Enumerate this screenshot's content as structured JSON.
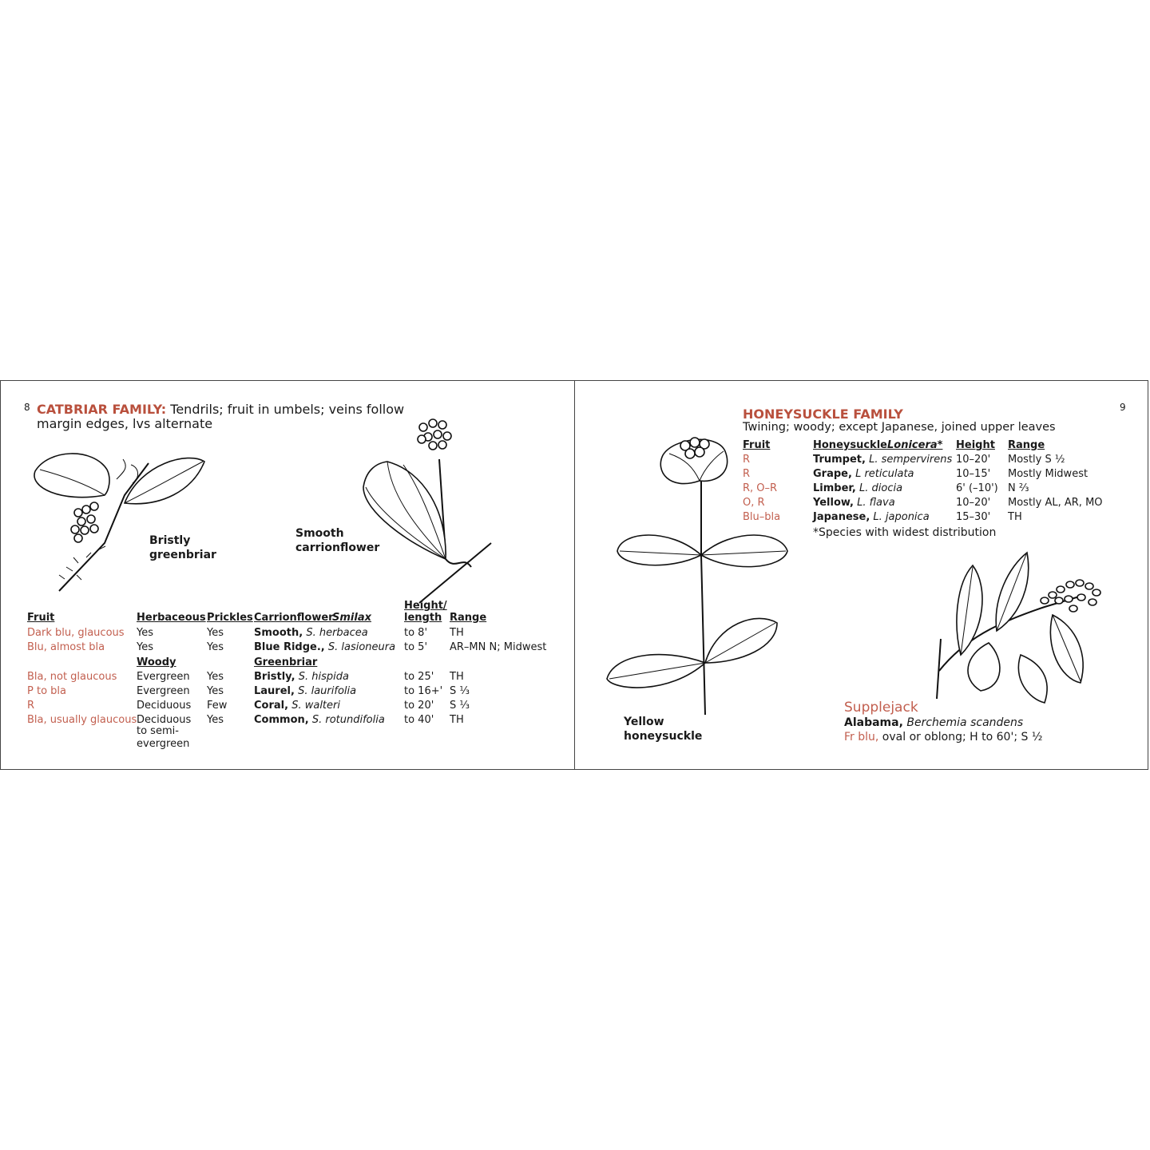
{
  "left_page": {
    "page_number": "8",
    "family_name": "CATBRIAR FAMILY:",
    "family_desc_1": "Tendrils; fruit in umbels; veins follow",
    "family_desc_2": "margin edges, lvs alternate",
    "captions": {
      "bristly_1": "Bristly",
      "bristly_2": "greenbriar",
      "smooth_1": "Smooth",
      "smooth_2": "carrionflower"
    },
    "headers": {
      "fruit": "Fruit",
      "herbaceous": "Herbaceous",
      "prickles": "Prickles",
      "carrionflower": "Carrionflower",
      "smilax": "Smilax",
      "height_1": "Height/",
      "height_2": "length",
      "range": "Range"
    },
    "subheaders": {
      "woody": "Woody",
      "greenbriar": "Greenbriar"
    },
    "rows": [
      {
        "fruit": "Dark blu, glaucous",
        "type": "Yes",
        "prickles": "Yes",
        "common": "Smooth,",
        "sci": "S. herbacea",
        "height": "to 8'",
        "range": "TH"
      },
      {
        "fruit": "Blu, almost bla",
        "type": "Yes",
        "prickles": "Yes",
        "common": "Blue Ridge.,",
        "sci": "S. lasioneura",
        "height": "to 5'",
        "range": "AR–MN N; Midwest"
      },
      {
        "fruit": "Bla, not glaucous",
        "type": "Evergreen",
        "prickles": "Yes",
        "common": "Bristly,",
        "sci": "S. hispida",
        "height": "to 25'",
        "range": "TH"
      },
      {
        "fruit": "P to bla",
        "type": "Evergreen",
        "prickles": "Yes",
        "common": "Laurel,",
        "sci": "S. laurifolia",
        "height": "to 16+'",
        "range": "S ⅓"
      },
      {
        "fruit": "R",
        "type": "Deciduous",
        "prickles": "Few",
        "common": "Coral,",
        "sci": "S. walteri",
        "height": "to 20'",
        "range": "S ⅓"
      },
      {
        "fruit": "Bla, usually glaucous",
        "type": "Deciduous",
        "prickles": "Yes",
        "common": "Common,",
        "sci": "S. rotundifolia",
        "height": "to 40'",
        "range": "TH"
      }
    ],
    "type_cont_1": "to semi-",
    "type_cont_2": "evergreen"
  },
  "right_page": {
    "page_number": "9",
    "family_name": "HONEYSUCKLE FAMILY",
    "family_desc": "Twining; woody; except Japanese, joined upper leaves",
    "headers": {
      "fruit": "Fruit",
      "honeysuckle": "Honeysuckle",
      "lonicera": "Lonicera*",
      "height": "Height",
      "range": "Range"
    },
    "rows": [
      {
        "fruit": "R",
        "common": "Trumpet,",
        "sci": "L. sempervirens",
        "height": "10–20'",
        "range": "Mostly S ½"
      },
      {
        "fruit": "R",
        "common": "Grape,",
        "sci": "L reticulata",
        "height": "10–15'",
        "range": "Mostly Midwest"
      },
      {
        "fruit": "R, O–R",
        "common": "Limber,",
        "sci": "L. diocia",
        "height": "6' (–10')",
        "range": "N ⅔"
      },
      {
        "fruit": "O, R",
        "common": "Yellow,",
        "sci": "L. flava",
        "height": "10–20'",
        "range": "Mostly AL, AR, MO"
      },
      {
        "fruit": "Blu–bla",
        "common": "Japanese,",
        "sci": "L. japonica",
        "height": "15–30'",
        "range": "TH"
      }
    ],
    "footnote": "*Species with widest distribution",
    "captions": {
      "yellow_1": "Yellow",
      "yellow_2": "honeysuckle"
    },
    "supplejack": {
      "title": "Supplejack",
      "common": "Alabama,",
      "sci": "Berchemia scandens",
      "fruit": "Fr blu,",
      "desc": "oval or oblong; H to 60'; S ½"
    }
  },
  "colors": {
    "accent": "#b9503d",
    "fruit_text": "#c25f4f",
    "border": "#444444"
  }
}
